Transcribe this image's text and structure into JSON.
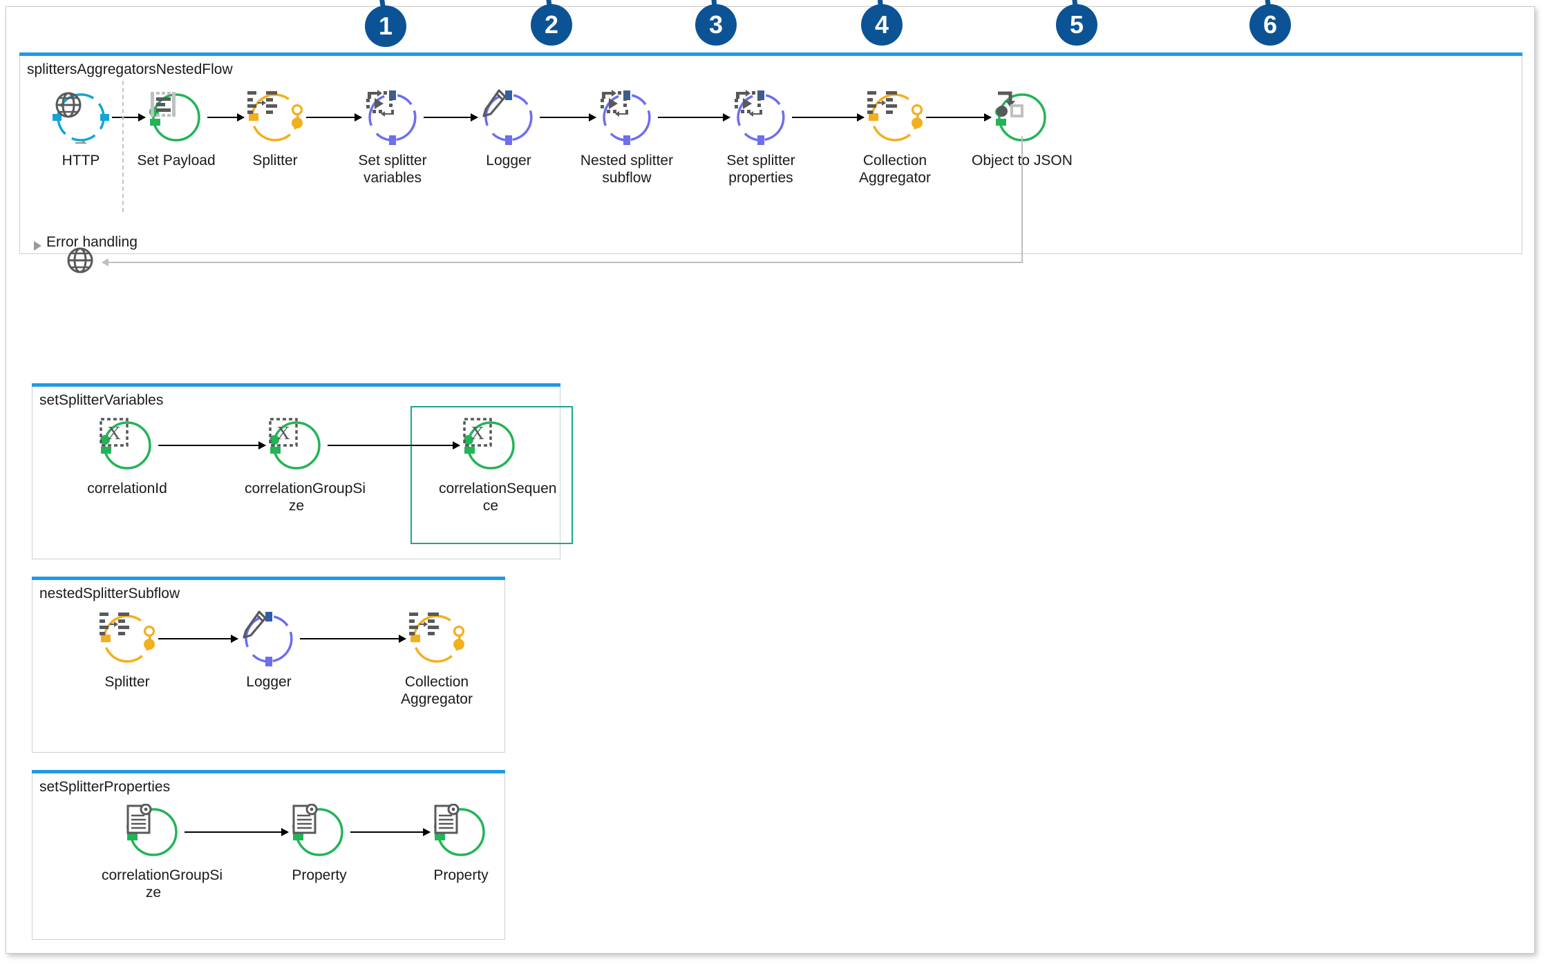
{
  "flows": [
    {
      "id": "main",
      "title": "splittersAggregatorsNestedFlow",
      "nodes": [
        {
          "label": "HTTP",
          "icon": "globe-icon",
          "style": "source-cyan"
        },
        {
          "label": "Set Payload",
          "icon": "set-payload-icon",
          "style": "green"
        },
        {
          "label": "Splitter",
          "icon": "splitter-icon",
          "style": "yellow"
        },
        {
          "label": "Set splitter\nvariables",
          "icon": "flow-ref-icon",
          "style": "purple"
        },
        {
          "label": "Logger",
          "icon": "pencil-icon",
          "style": "purple"
        },
        {
          "label": "Nested splitter\nsubflow",
          "icon": "flow-ref-icon",
          "style": "purple"
        },
        {
          "label": "Set splitter\nproperties",
          "icon": "flow-ref-icon",
          "style": "purple"
        },
        {
          "label": "Collection\nAggregator",
          "icon": "aggregator-icon",
          "style": "yellow"
        },
        {
          "label": "Object to JSON",
          "icon": "object-to-json-icon",
          "style": "green"
        }
      ],
      "error_handling_label": "Error handling",
      "error_icon": "globe-icon"
    },
    {
      "id": "setSplitterVariables",
      "title": "setSplitterVariables",
      "nodes": [
        {
          "label": "correlationId",
          "icon": "variable-icon",
          "style": "green"
        },
        {
          "label": "correlationGroupSi\nze",
          "icon": "variable-icon",
          "style": "green"
        },
        {
          "label": "correlationSequen\nce",
          "icon": "variable-icon",
          "style": "green",
          "selected": true
        }
      ]
    },
    {
      "id": "nestedSplitterSubflow",
      "title": "nestedSplitterSubflow",
      "nodes": [
        {
          "label": "Splitter",
          "icon": "splitter-icon",
          "style": "yellow"
        },
        {
          "label": "Logger",
          "icon": "pencil-icon",
          "style": "purple"
        },
        {
          "label": "Collection\nAggregator",
          "icon": "aggregator-icon",
          "style": "yellow"
        }
      ]
    },
    {
      "id": "setSplitterProperties",
      "title": "setSplitterProperties",
      "nodes": [
        {
          "label": "correlationGroupSi\nze",
          "icon": "property-icon",
          "style": "green"
        },
        {
          "label": "Property",
          "icon": "property-icon",
          "style": "green"
        },
        {
          "label": "Property",
          "icon": "property-icon",
          "style": "green"
        }
      ]
    }
  ],
  "callouts": [
    {
      "number": "1",
      "target": "Splitter"
    },
    {
      "number": "2",
      "target": "Set splitter variables"
    },
    {
      "number": "3",
      "target": "Logger"
    },
    {
      "number": "4",
      "target": "Nested splitter subflow"
    },
    {
      "number": "5",
      "target": "Set splitter properties"
    },
    {
      "number": "6",
      "target": "Collection Aggregator"
    }
  ],
  "colors": {
    "panel_accent": "#1e9ae6",
    "callout": "#0b5394",
    "green": "#23b457",
    "yellow": "#f2b01e",
    "purple": "#6d6ef0",
    "cyan": "#12a5d6",
    "selection": "#17a98a"
  }
}
